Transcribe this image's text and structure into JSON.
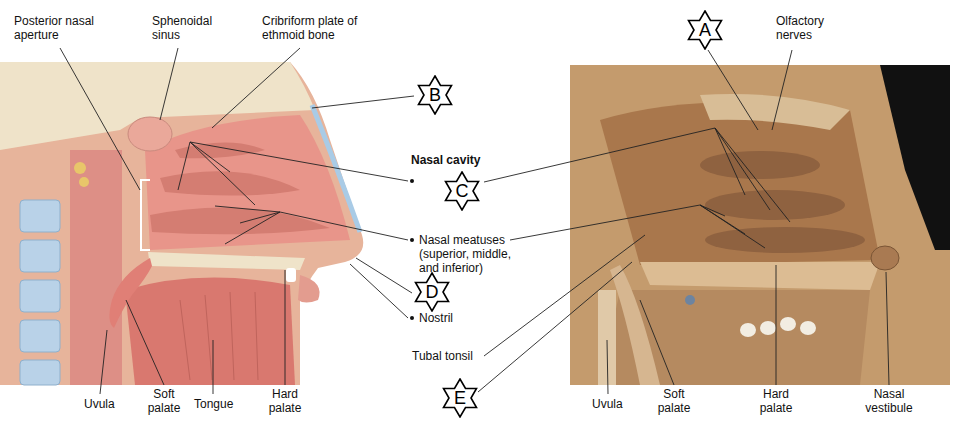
{
  "diagram": {
    "nodes": [
      {
        "text": [
          "A"
        ]
      },
      {
        "text": [
          "B"
        ]
      },
      {
        "text": [
          "C"
        ]
      },
      {
        "text": [
          "D"
        ]
      },
      {
        "text": [
          "E"
        ]
      }
    ],
    "labels": [
      "Posterior nasal aperture",
      "Sphenoidal sinus",
      "Cribriform plate of ethmoid bone",
      "Olfactory nerves",
      "Nasal cavity",
      "Nasal meatuses (superior, middle, and inferior)",
      "Nostril",
      "Tubal tonsil",
      "Uvula",
      "Soft palate",
      "Tongue",
      "Hard palate",
      "Uvula",
      "Soft palate",
      "Hard palate",
      "Nasal vestibule"
    ]
  }
}
